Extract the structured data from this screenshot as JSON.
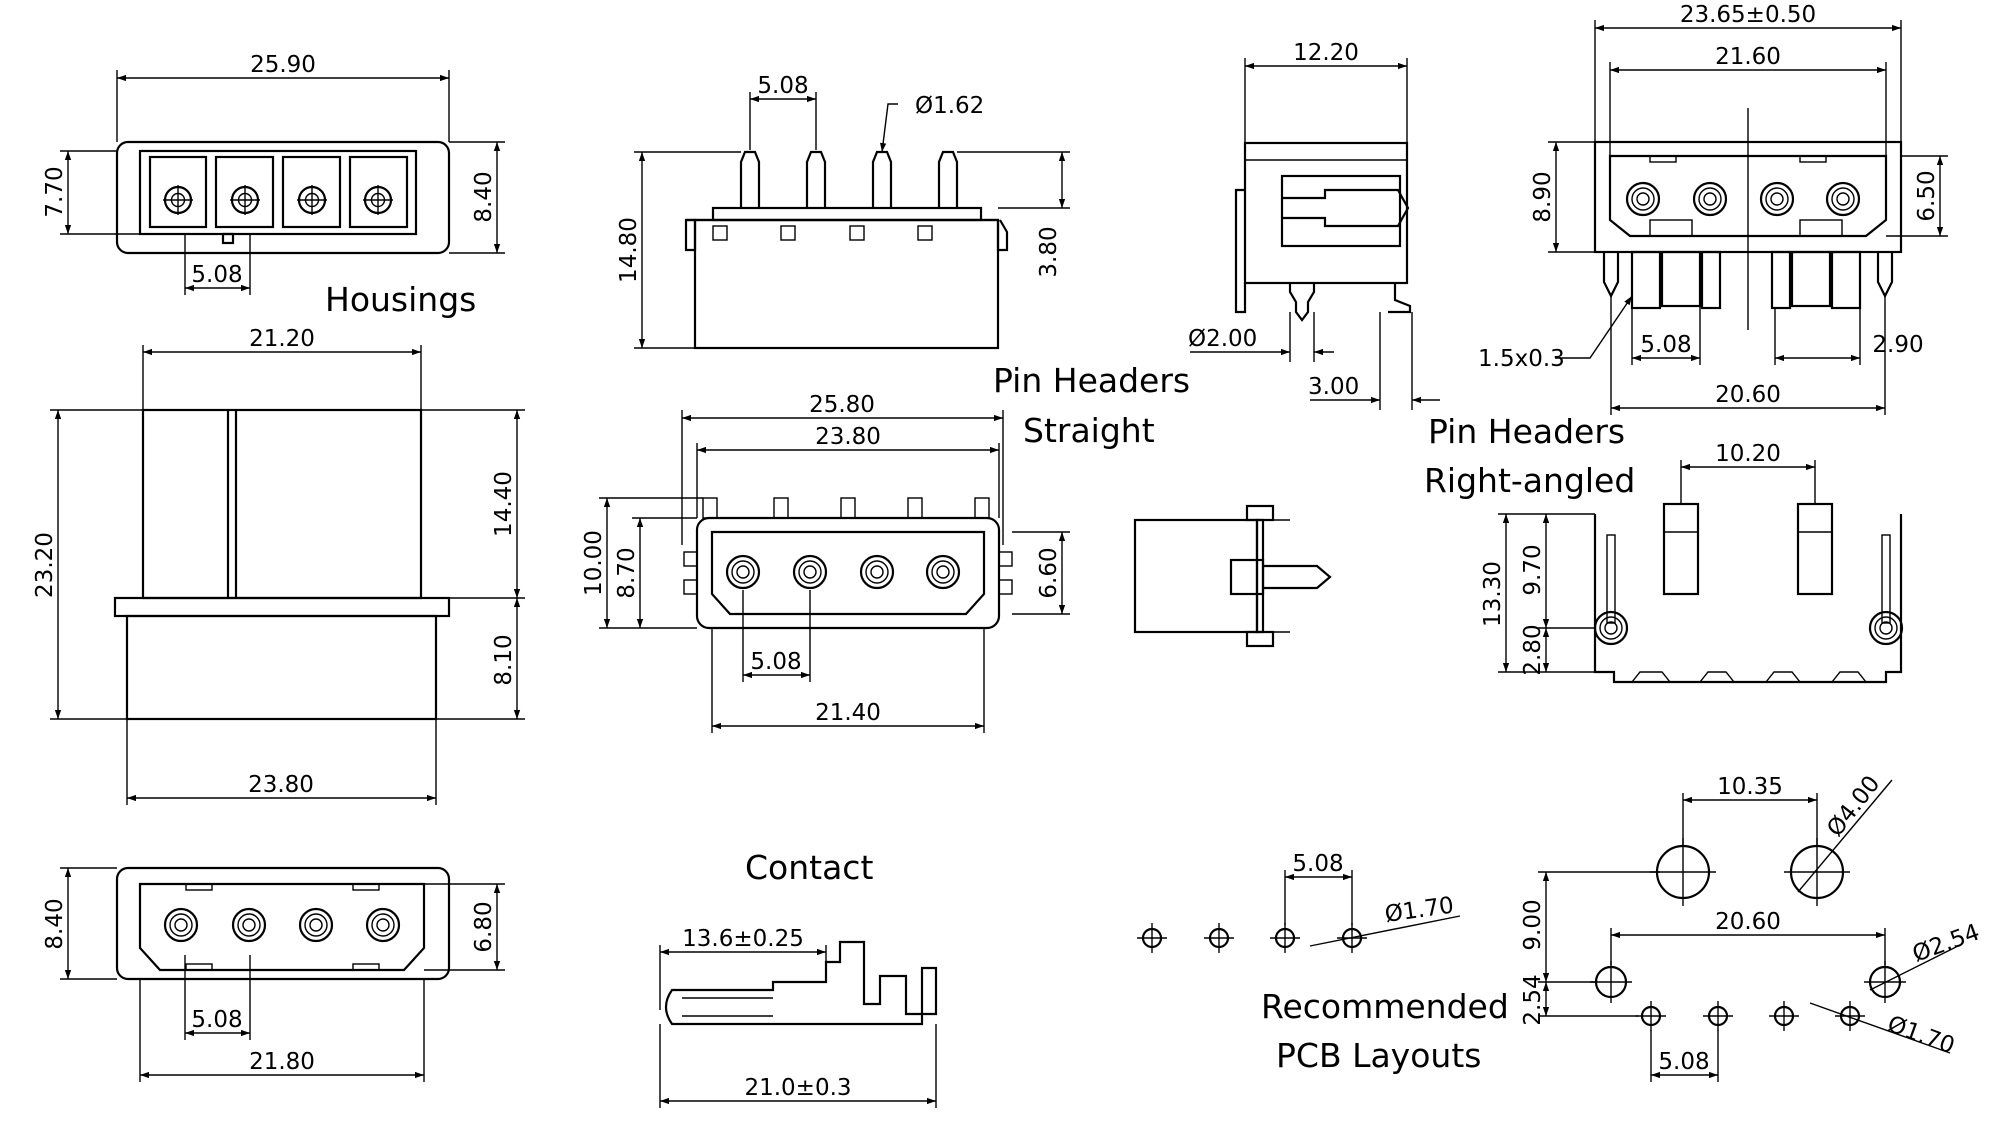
{
  "labels": {
    "housings": "Housings",
    "pin_headers_straight": [
      "Pin Headers",
      "Straight"
    ],
    "pin_headers_right_angled": [
      "Pin Headers",
      "Right-angled"
    ],
    "contact": "Contact",
    "pcb_layouts": [
      "Recommended",
      "PCB Layouts"
    ]
  },
  "dimensions": {
    "housing_front": {
      "width": "25.90",
      "height_left": "7.70",
      "height_right": "8.40",
      "pitch": "5.08"
    },
    "housing_side": {
      "top_width": "21.20",
      "total_height": "23.20",
      "upper_height": "14.40",
      "lower_height": "8.10",
      "base_width": "23.80"
    },
    "housing_back": {
      "height_left": "8.40",
      "height_right": "6.80",
      "pitch": "5.08",
      "width": "21.80"
    },
    "straight_side": {
      "pitch": "5.08",
      "pin_diameter": "Ø1.62",
      "total_height": "14.80",
      "ledge_height": "3.80"
    },
    "straight_front": {
      "outer_width": "25.80",
      "inner_width": "23.80",
      "height_outer": "10.00",
      "height_inner": "8.70",
      "height_right": "6.60",
      "pitch": "5.08",
      "base_width": "21.40"
    },
    "right_angle_side": {
      "width": "12.20",
      "hole_diameter": "Ø2.00",
      "offset": "3.00"
    },
    "right_angle_front": {
      "overall_width": "23.65±0.50",
      "inner_width": "21.60",
      "height_left": "8.90",
      "height_right": "6.50",
      "chamfer": "1.5x0.3",
      "pitch": "5.08",
      "pin_offset": "2.90",
      "pin_span": "20.60"
    },
    "right_angle_bottom": {
      "pin_spacing": "10.20",
      "total_height": "13.30",
      "upper_height": "9.70",
      "lower_height": "2.80"
    },
    "contact": {
      "short_length": "13.6±0.25",
      "total_length": "21.0±0.3"
    },
    "pcb_straight": {
      "pitch": "5.08",
      "hole_diameter": "Ø1.70"
    },
    "pcb_right_angle": {
      "peg_spacing": "10.35",
      "peg_diameter": "Ø4.00",
      "row_offset": "9.00",
      "span": "20.60",
      "mount_diameter": "Ø2.54",
      "small_offset": "2.54",
      "hole_diameter": "Ø1.70",
      "pitch": "5.08"
    }
  }
}
